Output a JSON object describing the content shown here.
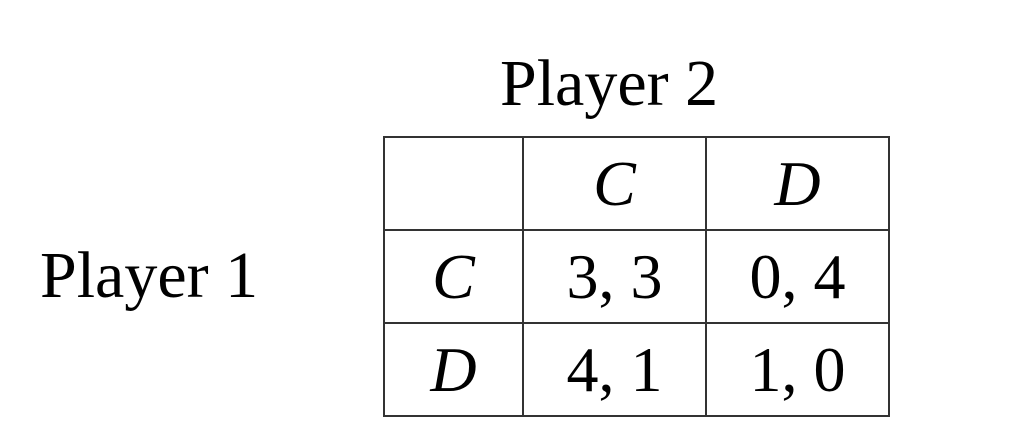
{
  "column_player": "Player 2",
  "row_player": "Player 1",
  "columns": [
    "C",
    "D"
  ],
  "rows": [
    {
      "strategy": "C",
      "payoffs": [
        "3, 3",
        "0, 4"
      ]
    },
    {
      "strategy": "D",
      "payoffs": [
        "4, 1",
        "1, 0"
      ]
    }
  ]
}
